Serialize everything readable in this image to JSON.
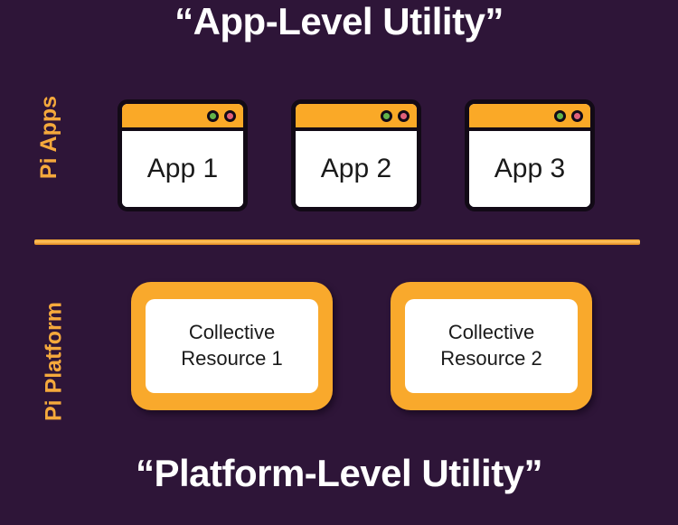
{
  "diagram": {
    "background_color": "#2e1538",
    "accent_color": "#f9a92c",
    "title_color": "#ffffff",
    "top_title": "“App-Level Utility”",
    "bottom_title": "“Platform-Level Utility”",
    "top_section": {
      "side_label": "Pi Apps",
      "apps": [
        {
          "label": "App 1",
          "dots": [
            "green",
            "red"
          ]
        },
        {
          "label": "App 2",
          "dots": [
            "green",
            "red"
          ]
        },
        {
          "label": "App 3",
          "dots": [
            "green",
            "red"
          ]
        }
      ]
    },
    "bottom_section": {
      "side_label": "Pi Platform",
      "resources": [
        {
          "label": "Collective Resource 1"
        },
        {
          "label": "Collective Resource 2"
        }
      ]
    }
  }
}
